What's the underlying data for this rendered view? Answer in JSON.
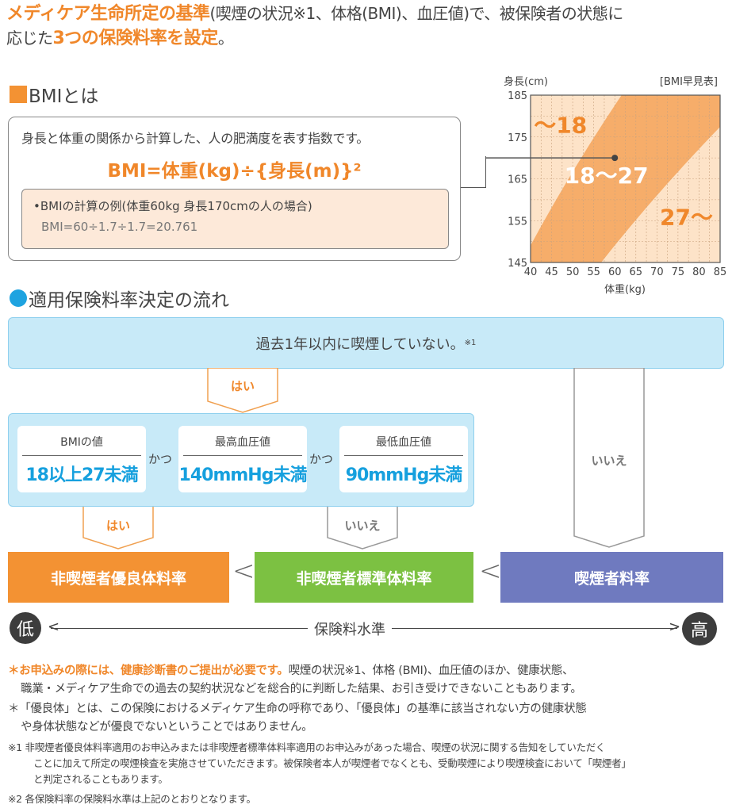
{
  "headline": {
    "part1": "メディケア生命所定の基準",
    "part2": "(喫煙の状況※1、体格(BMI)、血圧値)で、被保険者の状態に",
    "part3": "応じた",
    "part4": "3つの保険料率を設定",
    "part5": "。"
  },
  "bmi_section": {
    "title": "BMIとは",
    "description": "身長と体重の関係から計算した、人の肥満度を表す指数です。",
    "formula": "BMI=体重(kg)÷{身長(m)}²",
    "example_title": "•BMIの計算の例(体重60kg 身長170cmの人の場合)",
    "example_calc": "BMI=60÷1.7÷1.7=20.761"
  },
  "chart_data": {
    "type": "area",
    "title": "[BMI早見表]",
    "xlabel": "体重(kg)",
    "ylabel": "身長(cm)",
    "xlim": [
      40,
      85
    ],
    "ylim": [
      145,
      185
    ],
    "xticks": [
      "40",
      "45",
      "50",
      "55",
      "60",
      "65",
      "70",
      "75",
      "80",
      "85"
    ],
    "yticks": [
      "185",
      "175",
      "165",
      "155",
      "145"
    ],
    "bands": [
      {
        "label": "〜18",
        "bmi_max": 18
      },
      {
        "label": "18〜27",
        "bmi_min": 18,
        "bmi_max": 27
      },
      {
        "label": "27〜",
        "bmi_min": 27
      }
    ],
    "example_point": {
      "weight": 60,
      "height": 170
    },
    "grid": true,
    "colors": {
      "light": "#fde3c8",
      "dark": "#f6ad6a",
      "label": "#f0872a"
    }
  },
  "flow": {
    "title": "適用保険料率決定の流れ",
    "question": "過去1年以内に喫煙していない。",
    "question_note": "※1",
    "yes": "はい",
    "no": "いいえ",
    "and": "かつ",
    "criteria": [
      {
        "label": "BMIの値",
        "value": "18以上27未満"
      },
      {
        "label": "最高血圧値",
        "value": "140mmHg未満"
      },
      {
        "label": "最低血圧値",
        "value": "90mmHg未満"
      }
    ],
    "rates": [
      {
        "label": "非喫煙者優良体料率",
        "color": "#f39233"
      },
      {
        "label": "非喫煙者標準体料率",
        "color": "#7cc142"
      },
      {
        "label": "喫煙者料率",
        "color": "#6f7abf"
      }
    ],
    "less_than": "<",
    "scale": {
      "low": "低",
      "high": "高",
      "label": "保険料水準"
    }
  },
  "notes": {
    "n1_bold": "＊お申込みの際には、健康診断書のご提出が必要です。",
    "n1_rest": "喫煙の状況※1、体格 (BMI)、血圧値のほか、健康状態、",
    "n1_line2": "職業・メディケア生命での過去の契約状況などを総合的に判断した結果、お引き受けできないこともあります。",
    "n2_line1": "＊「優良体」とは、この保険におけるメディケア生命の呼称であり、「優良体」の基準に該当されない方の健康状態",
    "n2_line2": "や身体状態などが優良でないということではありません。",
    "s1_line1": "※1  非喫煙者優良体料率適用のお申込みまたは非喫煙者標準体料率適用のお申込みがあった場合、喫煙の状況に関する告知をしていただく",
    "s1_line2": "ことに加えて所定の喫煙検査を実施させていただきます。被保険者本人が喫煙者でなくとも、受動喫煙により喫煙検査において「喫煙者」",
    "s1_line3": "と判定されることもあります。",
    "s2": "※2  各保険料率の保険料水準は上記のとおりとなります。"
  }
}
